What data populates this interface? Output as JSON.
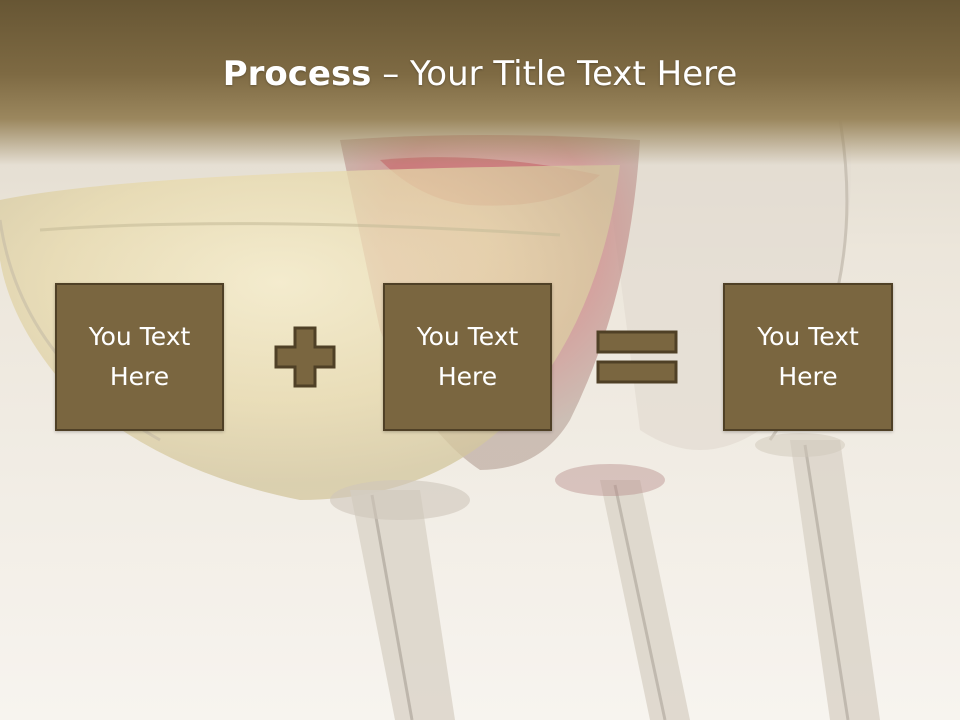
{
  "slide": {
    "title_bold": "Process",
    "title_rest": " – Your Title Text Here"
  },
  "process": {
    "boxes": [
      {
        "label": "You Text Here"
      },
      {
        "label": "You Text Here"
      },
      {
        "label": "You Text Here"
      }
    ],
    "operators": [
      "plus-icon",
      "equals-icon"
    ]
  },
  "colors": {
    "header": "#7e6a43",
    "box_fill": "#7a6640",
    "box_border": "#4f4026",
    "text": "#ffffff"
  }
}
